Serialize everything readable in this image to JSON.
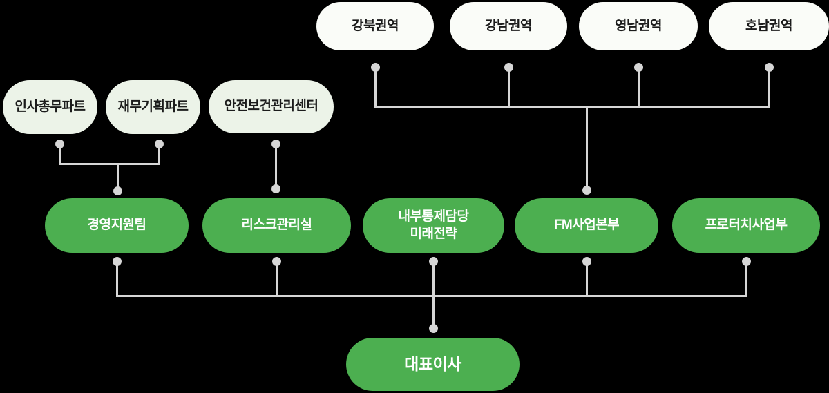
{
  "meta": {
    "type": "org-chart",
    "background_color": "#000000"
  },
  "colors": {
    "node_green": "#4caf50",
    "node_white": "#fafcf8",
    "node_light_green": "#ecf3e8",
    "connector_gray": "#d6d6d6",
    "text_dark": "#1b1b1b",
    "text_light": "#ffffff"
  },
  "org": {
    "top_row": [
      {
        "label": "강북권역"
      },
      {
        "label": "강남권역"
      },
      {
        "label": "영남권역"
      },
      {
        "label": "호남권역"
      }
    ],
    "staff_row": [
      {
        "label": "인사총무파트"
      },
      {
        "label": "재무기획파트"
      },
      {
        "label": "안전보건관리센터"
      }
    ],
    "division_row": [
      {
        "label": "경영지원팀"
      },
      {
        "label": "리스크관리실"
      },
      {
        "lines": [
          "내부통제담당",
          "미래전략"
        ]
      },
      {
        "label": "FM사업본부"
      },
      {
        "label": "프로터치사업부"
      }
    ],
    "ceo": {
      "label": "대표이사"
    }
  }
}
